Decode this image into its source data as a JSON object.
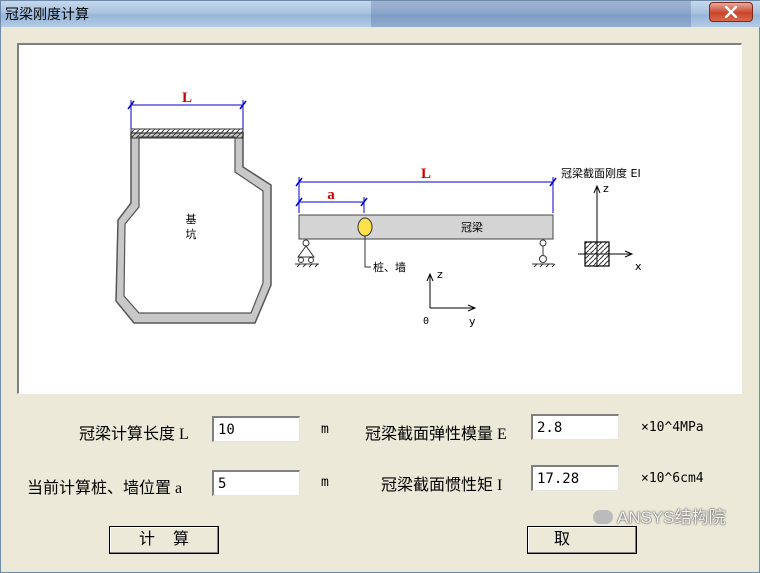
{
  "window": {
    "title": "冠梁刚度计算"
  },
  "diagram": {
    "pit_length_label": "L",
    "pit_label": "基\n坑",
    "beam_length_label": "L",
    "pile_pos_label": "a",
    "beam_label": "冠梁",
    "pile_wall_label": "桩、墙",
    "section_title": "冠梁截面刚度 EI",
    "axis_z": "z",
    "axis_x": "x",
    "axis_y": "y",
    "axis_origin": "0",
    "colors": {
      "dimension_text": "#cc0000",
      "dimension_line": "#0000cc",
      "pile_fill": "#ffe14a",
      "beam_fill": "#d4d4d4"
    }
  },
  "form": {
    "length": {
      "label": "冠梁计算长度 L",
      "value": "10",
      "unit": "m"
    },
    "pile_position": {
      "label": "当前计算桩、墙位置 a",
      "value": "5",
      "unit": "m"
    },
    "modulus": {
      "label": "冠梁截面弹性模量 E",
      "value": "2.8",
      "unit": "×10^4MPa"
    },
    "inertia": {
      "label": "冠梁截面惯性矩 I",
      "value": "17.28",
      "unit": "×10^6cm4"
    }
  },
  "buttons": {
    "calculate": "计算",
    "cancel": "取"
  },
  "watermark": "ANSYS结构院"
}
